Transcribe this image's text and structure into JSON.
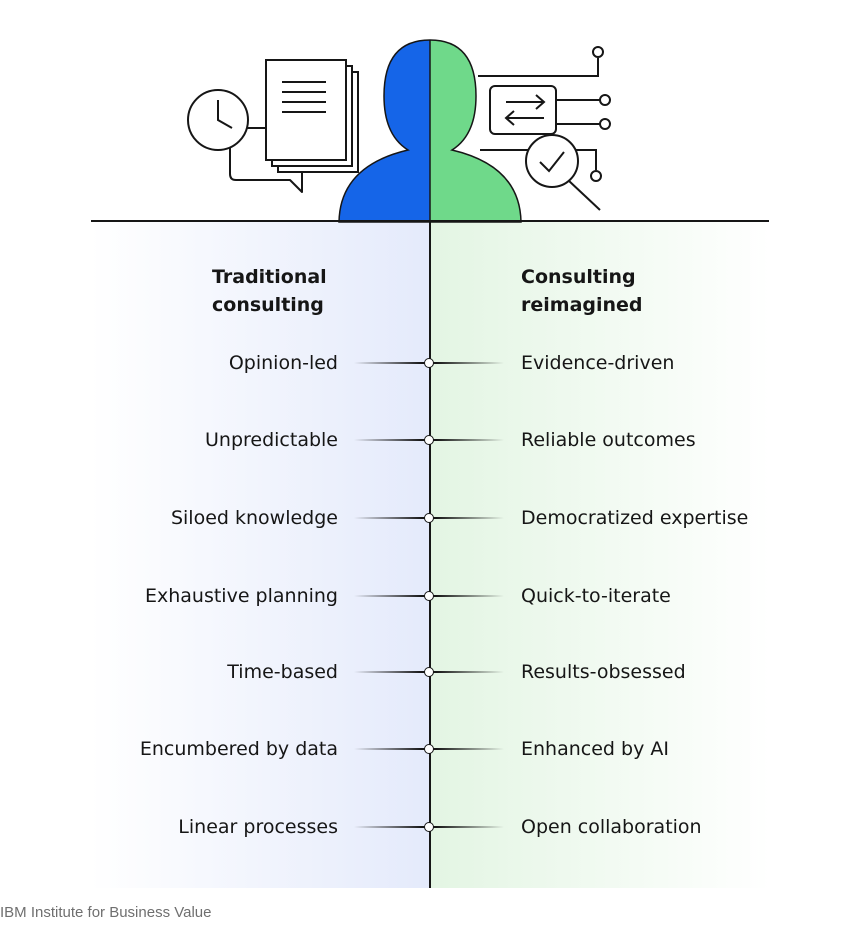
{
  "illustration": {
    "person_left_color": "#1565e8",
    "person_right_color": "#6fd98a",
    "icons_left": [
      "clock-icon",
      "document-icon",
      "speech-bubble-icon"
    ],
    "icons_right": [
      "swap-arrows-icon",
      "checkmark-magnifier-icon",
      "circuit-node-icon"
    ]
  },
  "columns": {
    "left_heading": [
      "Traditional",
      "consulting"
    ],
    "right_heading": [
      "Consulting",
      "reimagined"
    ]
  },
  "rows": [
    {
      "left": "Opinion-led",
      "right": "Evidence-driven"
    },
    {
      "left": "Unpredictable",
      "right": "Reliable outcomes"
    },
    {
      "left": "Siloed knowledge",
      "right": "Democratized expertise"
    },
    {
      "left": "Exhaustive planning",
      "right": "Quick-to-iterate"
    },
    {
      "left": "Time-based",
      "right": "Results-obsessed"
    },
    {
      "left": "Encumbered by data",
      "right": "Enhanced by AI"
    },
    {
      "left": "Linear processes",
      "right": "Open collaboration"
    }
  ],
  "source": "IBM Institute for Business Value"
}
